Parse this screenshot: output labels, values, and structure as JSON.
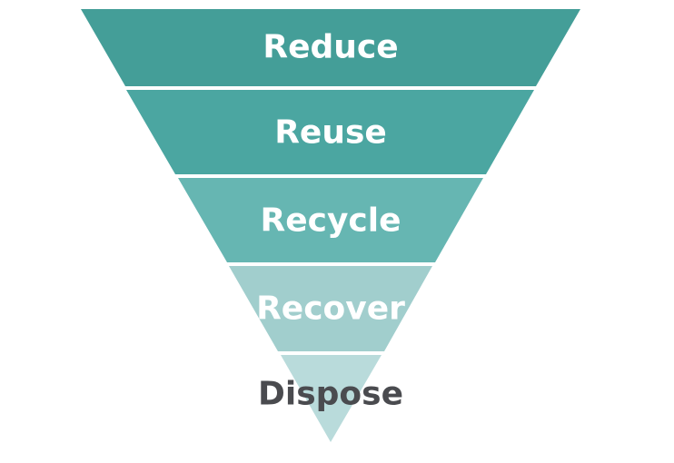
{
  "diagram": {
    "tiers": [
      {
        "label": "Reduce",
        "fill": "#449e98",
        "text_color": "#ffffff"
      },
      {
        "label": "Reuse",
        "fill": "#4ba6a1",
        "text_color": "#ffffff"
      },
      {
        "label": "Recycle",
        "fill": "#66b6b2",
        "text_color": "#ffffff"
      },
      {
        "label": "Recover",
        "fill": "#a1cecd",
        "text_color": "#ffffff"
      },
      {
        "label": "Dispose",
        "fill": "#b9dbdb",
        "text_color": "#4a4b4f"
      }
    ]
  }
}
